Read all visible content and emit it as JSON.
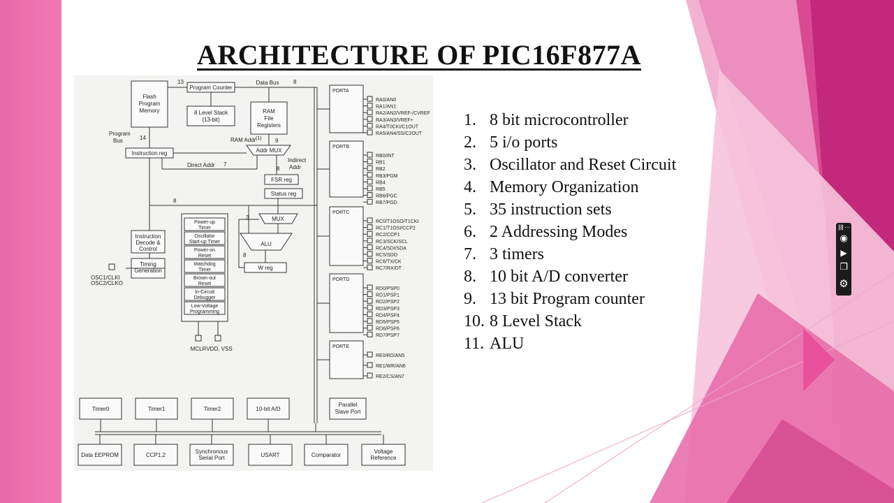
{
  "slide": {
    "title": "ARCHITECTURE OF PIC16F877A",
    "features": [
      {
        "num": "1.",
        "text": "8 bit microcontroller"
      },
      {
        "num": "2.",
        "text": "5 i/o ports"
      },
      {
        "num": "3.",
        "text": "Oscillator and Reset Circuit"
      },
      {
        "num": "4.",
        "text": "Memory Organization"
      },
      {
        "num": "5.",
        "text": "35 instruction sets"
      },
      {
        "num": "6.",
        "text": "2 Addressing Modes"
      },
      {
        "num": "7.",
        "text": "3 timers"
      },
      {
        "num": "8.",
        "text": "10 bit A/D converter"
      },
      {
        "num": "9.",
        "text": "13 bit Program counter"
      },
      {
        "num": "10.",
        "text": "8 Level Stack"
      },
      {
        "num": "11.",
        "text": "ALU"
      }
    ]
  },
  "diagram": {
    "flash": [
      "Flash",
      "Program",
      "Memory"
    ],
    "program_counter": "Program Counter",
    "stack": [
      "8 Level Stack",
      "(13-bit)"
    ],
    "data_bus": "Data Bus",
    "ram": [
      "RAM",
      "File",
      "Registers"
    ],
    "ram_addr": "RAM Addr",
    "ram_addr_sup": "(1)",
    "addr_mux": "Addr MUX",
    "program_bus": [
      "Program",
      "Bus"
    ],
    "instruction_reg": "Instruction reg",
    "direct_addr": "Direct Addr",
    "indirect_addr": [
      "Indirect",
      "Addr"
    ],
    "fsr_reg": "FSR reg",
    "status_reg": "Status reg",
    "mux": "MUX",
    "alu": "ALU",
    "w_reg": "W reg",
    "instruction_decode": [
      "Instruction",
      "Decode &",
      "Control"
    ],
    "timing_gen": [
      "Timing",
      "Generation"
    ],
    "osc_pins": [
      "OSC1/CLKI",
      "OSC2/CLKO"
    ],
    "power_blocks": [
      [
        "Power-up",
        "Timer"
      ],
      [
        "Oscillator",
        "Start-up Timer"
      ],
      [
        "Power-on",
        "Reset"
      ],
      [
        "Watchdog",
        "Timer"
      ],
      [
        "Brown-out",
        "Reset"
      ],
      [
        "In-Circuit",
        "Debugger"
      ],
      [
        "Low-Voltage",
        "Programming"
      ]
    ],
    "mclr": "MCLR",
    "vdd_vss": "VDD, VSS",
    "bus_widths": {
      "pc": "13",
      "data": "8",
      "pbus": "14",
      "direct": "7",
      "fsr": "8",
      "w": "8",
      "mid": "8",
      "alu_in": "3",
      "addr": "9"
    },
    "ports": [
      {
        "name": "PORTA",
        "pins": [
          "RA0/AN0",
          "RA1/AN1",
          "RA2/AN2/VREF-/CVREF",
          "RA3/AN3/VREF+",
          "RA4/T0CKI/C1OUT",
          "RA5/AN4/SS/C2OUT"
        ]
      },
      {
        "name": "PORTB",
        "pins": [
          "RB0/INT",
          "RB1",
          "RB2",
          "RB3/PGM",
          "RB4",
          "RB5",
          "RB6/PGC",
          "RB7/PGD"
        ]
      },
      {
        "name": "PORTC",
        "pins": [
          "RC0/T1OSO/T1CKI",
          "RC1/T1OSI/CCP2",
          "RC2/CCP1",
          "RC3/SCK/SCL",
          "RC4/SDI/SDA",
          "RC5/SDO",
          "RC6/TX/CK",
          "RC7/RX/DT"
        ]
      },
      {
        "name": "PORTD",
        "pins": [
          "RD0/PSP0",
          "RD1/PSP1",
          "RD2/PSP2",
          "RD3/PSP3",
          "RD4/PSP4",
          "RD5/PSP5",
          "RD6/PSP6",
          "RD7/PSP7"
        ]
      },
      {
        "name": "PORTE",
        "pins": [
          "RE0/RD/AN5",
          "RE1/WR/AN6",
          "RE2/CS/AN7"
        ]
      }
    ],
    "peripherals_top": [
      "Timer0",
      "Timer1",
      "Timer2",
      "10-bit A/D"
    ],
    "parallel_slave": [
      "Parallel",
      "Slave Port"
    ],
    "peripherals_bottom": [
      [
        "Data EEPROM"
      ],
      [
        "CCP1,2"
      ],
      [
        "Synchronous",
        "Serial Port"
      ],
      [
        "USART"
      ],
      [
        "Comparator"
      ],
      [
        "Voltage",
        "Reference"
      ]
    ]
  },
  "toolbar": {
    "icons": [
      "chain-icon",
      "camera-icon",
      "video-icon",
      "copy-icon",
      "gear-icon"
    ],
    "glyphs": {
      "chain": "⛓",
      "more": "⋯",
      "camera": "◉",
      "video": "▶",
      "copy": "❐",
      "gear": "⚙"
    }
  },
  "colors": {
    "accent_pink": "#e0559a",
    "deep_magenta": "#b81f6f",
    "light_pink": "#f5a9cd",
    "text": "#111111"
  }
}
